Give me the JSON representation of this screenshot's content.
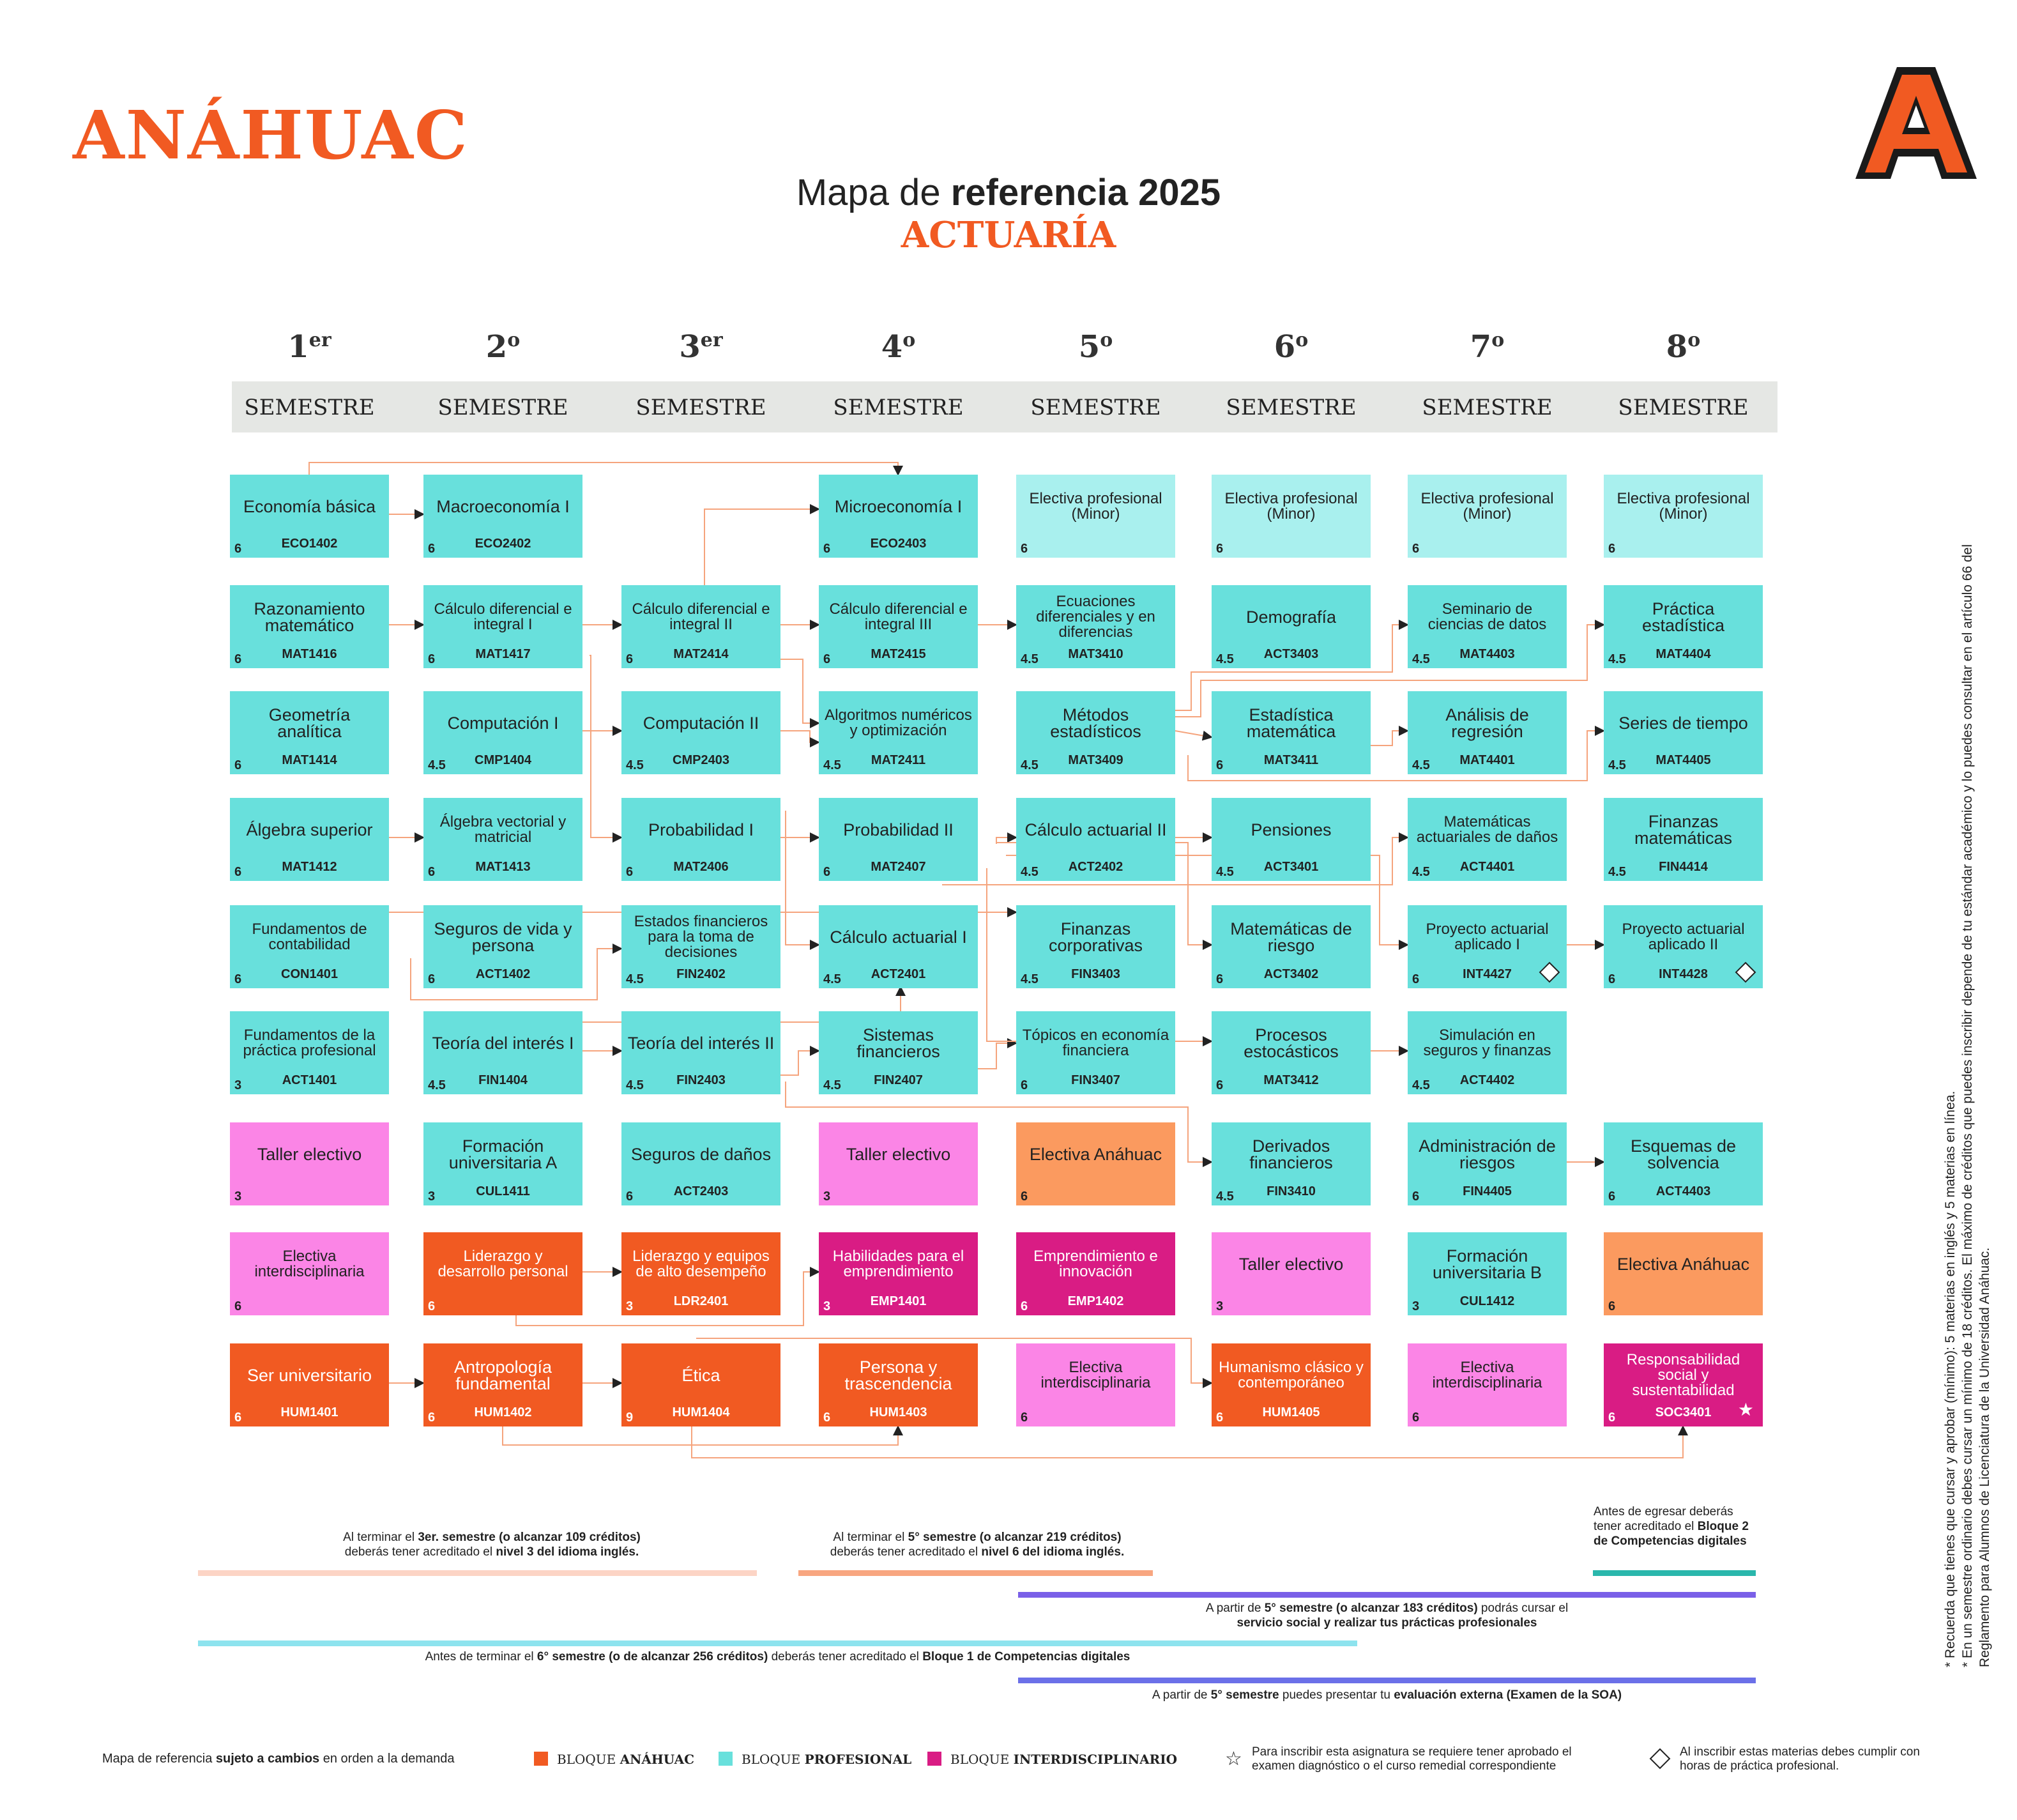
{
  "header": {
    "brand": "ANÁHUAC",
    "logo_letter": "A",
    "title_prefix": "Mapa de ",
    "title_bold": "referencia 2025",
    "subtitle": "ACTUARÍA"
  },
  "semesters": [
    {
      "num": "1",
      "sup": "er",
      "label": "SEMESTRE"
    },
    {
      "num": "2",
      "sup": "o",
      "label": "SEMESTRE"
    },
    {
      "num": "3",
      "sup": "er",
      "label": "SEMESTRE"
    },
    {
      "num": "4",
      "sup": "o",
      "label": "SEMESTRE"
    },
    {
      "num": "5",
      "sup": "o",
      "label": "SEMESTRE"
    },
    {
      "num": "6",
      "sup": "o",
      "label": "SEMESTRE"
    },
    {
      "num": "7",
      "sup": "o",
      "label": "SEMESTRE"
    },
    {
      "num": "8",
      "sup": "o",
      "label": "SEMESTRE"
    }
  ],
  "courses": [
    {
      "col": 0,
      "row": 0,
      "name": "Economía básica",
      "code": "ECO1402",
      "credits": "6",
      "type": "prof"
    },
    {
      "col": 1,
      "row": 0,
      "name": "Macroeconomía I",
      "code": "ECO2402",
      "credits": "6",
      "type": "prof"
    },
    {
      "col": 3,
      "row": 0,
      "name": "Microeconomía I",
      "code": "ECO2403",
      "credits": "6",
      "type": "prof"
    },
    {
      "col": 4,
      "row": 0,
      "name": "Electiva profesional (Minor)",
      "code": "",
      "credits": "6",
      "type": "minor"
    },
    {
      "col": 5,
      "row": 0,
      "name": "Electiva profesional (Minor)",
      "code": "",
      "credits": "6",
      "type": "minor"
    },
    {
      "col": 6,
      "row": 0,
      "name": "Electiva profesional (Minor)",
      "code": "",
      "credits": "6",
      "type": "minor"
    },
    {
      "col": 7,
      "row": 0,
      "name": "Electiva profesional (Minor)",
      "code": "",
      "credits": "6",
      "type": "minor"
    },
    {
      "col": 0,
      "row": 1,
      "name": "Razonamiento matemático",
      "code": "MAT1416",
      "credits": "6",
      "type": "prof"
    },
    {
      "col": 1,
      "row": 1,
      "name": "Cálculo diferencial e integral I",
      "code": "MAT1417",
      "credits": "6",
      "type": "prof"
    },
    {
      "col": 2,
      "row": 1,
      "name": "Cálculo diferencial e integral II",
      "code": "MAT2414",
      "credits": "6",
      "type": "prof"
    },
    {
      "col": 3,
      "row": 1,
      "name": "Cálculo diferencial e integral III",
      "code": "MAT2415",
      "credits": "6",
      "type": "prof"
    },
    {
      "col": 4,
      "row": 1,
      "name": "Ecuaciones diferenciales y en diferencias",
      "code": "MAT3410",
      "credits": "4.5",
      "type": "prof"
    },
    {
      "col": 5,
      "row": 1,
      "name": "Demografía",
      "code": "ACT3403",
      "credits": "4.5",
      "type": "prof"
    },
    {
      "col": 6,
      "row": 1,
      "name": "Seminario de ciencias de datos",
      "code": "MAT4403",
      "credits": "4.5",
      "type": "prof"
    },
    {
      "col": 7,
      "row": 1,
      "name": "Práctica estadística",
      "code": "MAT4404",
      "credits": "4.5",
      "type": "prof"
    },
    {
      "col": 0,
      "row": 2,
      "name": "Geometría analítica",
      "code": "MAT1414",
      "credits": "6",
      "type": "prof"
    },
    {
      "col": 1,
      "row": 2,
      "name": "Computación I",
      "code": "CMP1404",
      "credits": "4.5",
      "type": "prof"
    },
    {
      "col": 2,
      "row": 2,
      "name": "Computación II",
      "code": "CMP2403",
      "credits": "4.5",
      "type": "prof"
    },
    {
      "col": 3,
      "row": 2,
      "name": "Algoritmos numéricos y optimización",
      "code": "MAT2411",
      "credits": "4.5",
      "type": "prof"
    },
    {
      "col": 4,
      "row": 2,
      "name": "Métodos estadísticos",
      "code": "MAT3409",
      "credits": "4.5",
      "type": "prof"
    },
    {
      "col": 5,
      "row": 2,
      "name": "Estadística matemática",
      "code": "MAT3411",
      "credits": "6",
      "type": "prof"
    },
    {
      "col": 6,
      "row": 2,
      "name": "Análisis de regresión",
      "code": "MAT4401",
      "credits": "4.5",
      "type": "prof"
    },
    {
      "col": 7,
      "row": 2,
      "name": "Series de tiempo",
      "code": "MAT4405",
      "credits": "4.5",
      "type": "prof"
    },
    {
      "col": 0,
      "row": 3,
      "name": "Álgebra superior",
      "code": "MAT1412",
      "credits": "6",
      "type": "prof"
    },
    {
      "col": 1,
      "row": 3,
      "name": "Álgebra vectorial y matricial",
      "code": "MAT1413",
      "credits": "6",
      "type": "prof"
    },
    {
      "col": 2,
      "row": 3,
      "name": "Probabilidad I",
      "code": "MAT2406",
      "credits": "6",
      "type": "prof"
    },
    {
      "col": 3,
      "row": 3,
      "name": "Probabilidad II",
      "code": "MAT2407",
      "credits": "6",
      "type": "prof"
    },
    {
      "col": 4,
      "row": 3,
      "name": "Cálculo actuarial II",
      "code": "ACT2402",
      "credits": "4.5",
      "type": "prof"
    },
    {
      "col": 5,
      "row": 3,
      "name": "Pensiones",
      "code": "ACT3401",
      "credits": "4.5",
      "type": "prof"
    },
    {
      "col": 6,
      "row": 3,
      "name": "Matemáticas actuariales de daños",
      "code": "ACT4401",
      "credits": "4.5",
      "type": "prof"
    },
    {
      "col": 7,
      "row": 3,
      "name": "Finanzas matemáticas",
      "code": "FIN4414",
      "credits": "4.5",
      "type": "prof"
    },
    {
      "col": 0,
      "row": 4,
      "name": "Fundamentos de contabilidad",
      "code": "CON1401",
      "credits": "6",
      "type": "prof"
    },
    {
      "col": 1,
      "row": 4,
      "name": "Seguros de vida y persona",
      "code": "ACT1402",
      "credits": "6",
      "type": "prof"
    },
    {
      "col": 2,
      "row": 4,
      "name": "Estados financieros para la toma de decisiones",
      "code": "FIN2402",
      "credits": "4.5",
      "type": "prof"
    },
    {
      "col": 3,
      "row": 4,
      "name": "Cálculo actuarial I",
      "code": "ACT2401",
      "credits": "4.5",
      "type": "prof"
    },
    {
      "col": 4,
      "row": 4,
      "name": "Finanzas corporativas",
      "code": "FIN3403",
      "credits": "4.5",
      "type": "prof"
    },
    {
      "col": 5,
      "row": 4,
      "name": "Matemáticas de riesgo",
      "code": "ACT3402",
      "credits": "6",
      "type": "prof"
    },
    {
      "col": 6,
      "row": 4,
      "name": "Proyecto actuarial aplicado I",
      "code": "INT4427",
      "credits": "6",
      "type": "prof",
      "mark": "diamond"
    },
    {
      "col": 7,
      "row": 4,
      "name": "Proyecto actuarial aplicado II",
      "code": "INT4428",
      "credits": "6",
      "type": "prof",
      "mark": "diamond"
    },
    {
      "col": 0,
      "row": 5,
      "name": "Fundamentos de la práctica profesional",
      "code": "ACT1401",
      "credits": "3",
      "type": "prof"
    },
    {
      "col": 1,
      "row": 5,
      "name": "Teoría del interés I",
      "code": "FIN1404",
      "credits": "4.5",
      "type": "prof"
    },
    {
      "col": 2,
      "row": 5,
      "name": "Teoría del interés II",
      "code": "FIN2403",
      "credits": "4.5",
      "type": "prof"
    },
    {
      "col": 3,
      "row": 5,
      "name": "Sistemas financieros",
      "code": "FIN2407",
      "credits": "4.5",
      "type": "prof"
    },
    {
      "col": 4,
      "row": 5,
      "name": "Tópicos en economía financiera",
      "code": "FIN3407",
      "credits": "6",
      "type": "prof"
    },
    {
      "col": 5,
      "row": 5,
      "name": "Procesos estocásticos",
      "code": "MAT3412",
      "credits": "6",
      "type": "prof"
    },
    {
      "col": 6,
      "row": 5,
      "name": "Simulación en seguros y finanzas",
      "code": "ACT4402",
      "credits": "4.5",
      "type": "prof"
    },
    {
      "col": 0,
      "row": 6,
      "name": "Taller electivo",
      "code": "",
      "credits": "3",
      "type": "taller"
    },
    {
      "col": 1,
      "row": 6,
      "name": "Formación universitaria A",
      "code": "CUL1411",
      "credits": "3",
      "type": "prof"
    },
    {
      "col": 2,
      "row": 6,
      "name": "Seguros de daños",
      "code": "ACT2403",
      "credits": "6",
      "type": "prof"
    },
    {
      "col": 3,
      "row": 6,
      "name": "Taller electivo",
      "code": "",
      "credits": "3",
      "type": "taller"
    },
    {
      "col": 4,
      "row": 6,
      "name": "Electiva Anáhuac",
      "code": "",
      "credits": "6",
      "type": "anaelec"
    },
    {
      "col": 5,
      "row": 6,
      "name": "Derivados financieros",
      "code": "FIN3410",
      "credits": "4.5",
      "type": "prof"
    },
    {
      "col": 6,
      "row": 6,
      "name": "Administración de riesgos",
      "code": "FIN4405",
      "credits": "6",
      "type": "prof"
    },
    {
      "col": 7,
      "row": 6,
      "name": "Esquemas de solvencia",
      "code": "ACT4403",
      "credits": "6",
      "type": "prof"
    },
    {
      "col": 0,
      "row": 7,
      "name": "Electiva interdisciplinaria",
      "code": "",
      "credits": "6",
      "type": "taller"
    },
    {
      "col": 1,
      "row": 7,
      "name": "Liderazgo y desarrollo personal",
      "code": "",
      "credits": "6",
      "type": "ana"
    },
    {
      "col": 2,
      "row": 7,
      "name": "Liderazgo y equipos de alto desempeño",
      "code": "LDR2401",
      "credits": "3",
      "type": "ana"
    },
    {
      "col": 3,
      "row": 7,
      "name": "Habilidades para el emprendimiento",
      "code": "EMP1401",
      "credits": "3",
      "type": "inter"
    },
    {
      "col": 4,
      "row": 7,
      "name": "Emprendimiento e innovación",
      "code": "EMP1402",
      "credits": "6",
      "type": "inter"
    },
    {
      "col": 5,
      "row": 7,
      "name": "Taller electivo",
      "code": "",
      "credits": "3",
      "type": "taller"
    },
    {
      "col": 6,
      "row": 7,
      "name": "Formación universitaria B",
      "code": "CUL1412",
      "credits": "3",
      "type": "prof"
    },
    {
      "col": 7,
      "row": 7,
      "name": "Electiva Anáhuac",
      "code": "",
      "credits": "6",
      "type": "anaelec"
    },
    {
      "col": 0,
      "row": 8,
      "name": "Ser universitario",
      "code": "HUM1401",
      "credits": "6",
      "type": "ana"
    },
    {
      "col": 1,
      "row": 8,
      "name": "Antropología fundamental",
      "code": "HUM1402",
      "credits": "6",
      "type": "ana"
    },
    {
      "col": 2,
      "row": 8,
      "name": "Ética",
      "code": "HUM1404",
      "credits": "9",
      "type": "ana"
    },
    {
      "col": 3,
      "row": 8,
      "name": "Persona y trascendencia",
      "code": "HUM1403",
      "credits": "6",
      "type": "ana"
    },
    {
      "col": 4,
      "row": 8,
      "name": "Electiva interdisciplinaria",
      "code": "",
      "credits": "6",
      "type": "taller"
    },
    {
      "col": 5,
      "row": 8,
      "name": "Humanismo clásico y contemporáneo",
      "code": "HUM1405",
      "credits": "6",
      "type": "ana"
    },
    {
      "col": 6,
      "row": 8,
      "name": "Electiva interdisciplinaria",
      "code": "",
      "credits": "6",
      "type": "taller"
    },
    {
      "col": 7,
      "row": 8,
      "name": "Responsabilidad social y sustentabilidad",
      "code": "SOC3401",
      "credits": "6",
      "type": "inter",
      "mark": "star"
    }
  ],
  "notes": {
    "english3_a": "Al terminar el ",
    "english3_b": "3er. semestre (o alcanzar 109 créditos)",
    "english3_c": "deberás tener acreditado el ",
    "english3_d": "nivel 3 del idioma inglés.",
    "english6_a": "Al terminar el ",
    "english6_b": "5° semestre (o alcanzar 219 créditos)",
    "english6_c": "deberás tener acreditado el ",
    "english6_d": "nivel 6 del idioma inglés.",
    "digital2_a": "Antes de egresar deberás",
    "digital2_b": "tener acreditado el ",
    "digital2_c": "Bloque 2 de Competencias digitales",
    "social_a": "A partir de ",
    "social_b": "5° semestre (o alcanzar 183 créditos)",
    "social_c": " podrás cursar el",
    "social_d": "servicio social y realizar tus prácticas profesionales",
    "digital1_a": "Antes de terminar el ",
    "digital1_b": "6° semestre (o de alcanzar 256 créditos)",
    "digital1_c": " deberás tener acreditado el ",
    "digital1_d": "Bloque 1 de Competencias digitales",
    "soa_a": "A partir de ",
    "soa_b": "5° semestre",
    "soa_c": " puedes presentar tu ",
    "soa_d": "evaluación externa (Examen de la SOA)"
  },
  "legend": {
    "sujeto_a": "Mapa de referencia ",
    "sujeto_b": "sujeto a cambios",
    "sujeto_c": " en orden a la demanda",
    "anahuac_a": "BLOQUE ",
    "anahuac_b": "ANÁHUAC",
    "profesional_a": "BLOQUE ",
    "profesional_b": "PROFESIONAL",
    "inter_a": "BLOQUE ",
    "inter_b": "INTERDISCIPLINARIO",
    "star_text": "Para inscribir esta asignatura se requiere tener aprobado el examen diagnóstico o el curso remedial correspondiente",
    "diamond_text": "Al inscribir estas materias debes cumplir con horas de práctica profesional."
  },
  "side_notes": [
    "* Recuerda que tienes que cursar y aprobar (mínimo): 5 materias en inglés y 5 materias en línea.",
    "* En un semestre ordinario debes cursar un mínimo de 18 créditos. El máximo de créditos que puedes inscribir depende de tu estándar académico y lo puedes consultar en el artículo 66 del",
    "Reglamento para Alumnos de Licenciatura de la Universidad Anáhuac."
  ],
  "colors": {
    "anahuac": "#f15a22",
    "profesional": "#68e0dc",
    "minor": "#a9f0ee",
    "interdisciplinario": "#d91c84",
    "taller": "#fb85e6",
    "electiva_anahuac": "#fb9a5f",
    "connector": "#f5a47d"
  }
}
